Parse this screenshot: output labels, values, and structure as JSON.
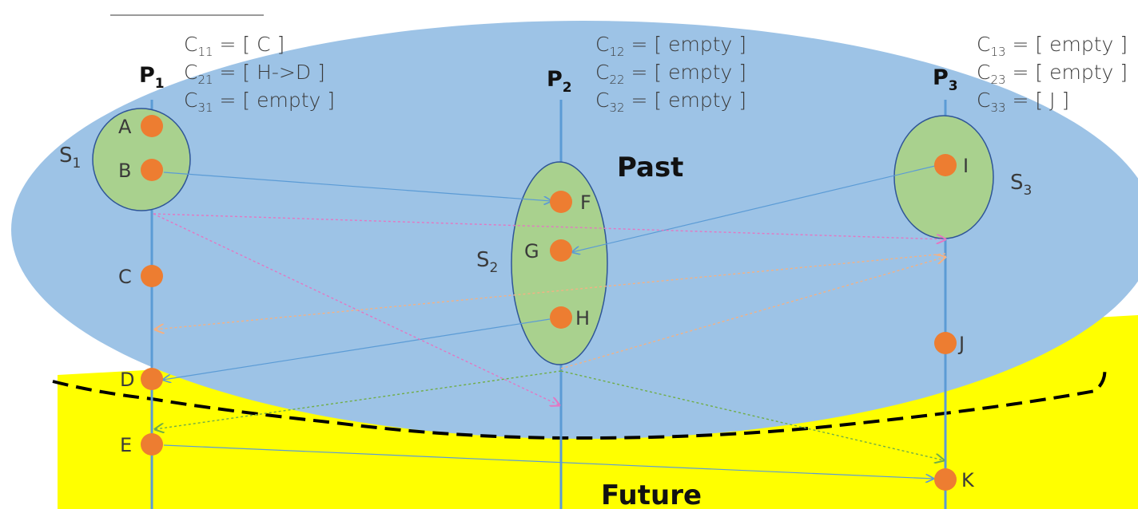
{
  "regions": {
    "past": "Past",
    "future": "Future"
  },
  "colors": {
    "past_fill": "#9dc3e6",
    "future_fill": "#ffff00",
    "snapshot_fill": "#a9d18e",
    "snapshot_stroke": "#2f5597",
    "process_line": "#5b9bd5",
    "event_dot": "#ed7d31",
    "marker_blue": "#5b9bd5",
    "marker_pink": "#e377c2",
    "marker_orange": "#f4b183",
    "marker_green": "#70ad47",
    "cut_line": "#000000"
  },
  "processes": [
    {
      "name": "P",
      "sub": "1",
      "channels": [
        {
          "base": "C",
          "sub": "11",
          "content": " = [ C ]"
        },
        {
          "base": "C",
          "sub": "21",
          "content": " = [ H->D ]"
        },
        {
          "base": "C",
          "sub": "31",
          "content": " = [ empty ]"
        }
      ],
      "events": [
        "A",
        "B",
        "C",
        "D",
        "E"
      ]
    },
    {
      "name": "P",
      "sub": "2",
      "channels": [
        {
          "base": "C",
          "sub": "12",
          "content": " = [ empty ]"
        },
        {
          "base": "C",
          "sub": "22",
          "content": " = [ empty ]"
        },
        {
          "base": "C",
          "sub": "32",
          "content": " = [ empty ]"
        }
      ],
      "events": [
        "F",
        "G",
        "H"
      ]
    },
    {
      "name": "P",
      "sub": "3",
      "channels": [
        {
          "base": "C",
          "sub": "13",
          "content": " = [ empty ]"
        },
        {
          "base": "C",
          "sub": "23",
          "content": " = [ empty ]"
        },
        {
          "base": "C",
          "sub": "33",
          "content": " = [ J ]"
        }
      ],
      "events": [
        "I",
        "J",
        "K"
      ]
    }
  ],
  "snapshots": [
    {
      "base": "S",
      "sub": "1"
    },
    {
      "base": "S",
      "sub": "2"
    },
    {
      "base": "S",
      "sub": "3"
    }
  ],
  "messages": [
    {
      "from": "B",
      "to": "F",
      "kind": "application"
    },
    {
      "from": "I",
      "to": "G",
      "kind": "application"
    },
    {
      "from": "H",
      "to": "D",
      "kind": "application"
    },
    {
      "from": "E",
      "to": "K",
      "kind": "application"
    },
    {
      "from": "S1",
      "to": "P3",
      "kind": "marker",
      "color": "pink"
    },
    {
      "from": "S1",
      "to": "P2",
      "kind": "marker",
      "color": "pink"
    },
    {
      "from": "S3",
      "to": "P1",
      "kind": "marker",
      "color": "orange"
    },
    {
      "from": "S2",
      "to": "P3",
      "kind": "marker",
      "color": "orange"
    },
    {
      "from": "S2",
      "to": "P1",
      "kind": "marker",
      "color": "green"
    },
    {
      "from": "S2",
      "to": "K",
      "kind": "marker",
      "color": "green"
    }
  ]
}
